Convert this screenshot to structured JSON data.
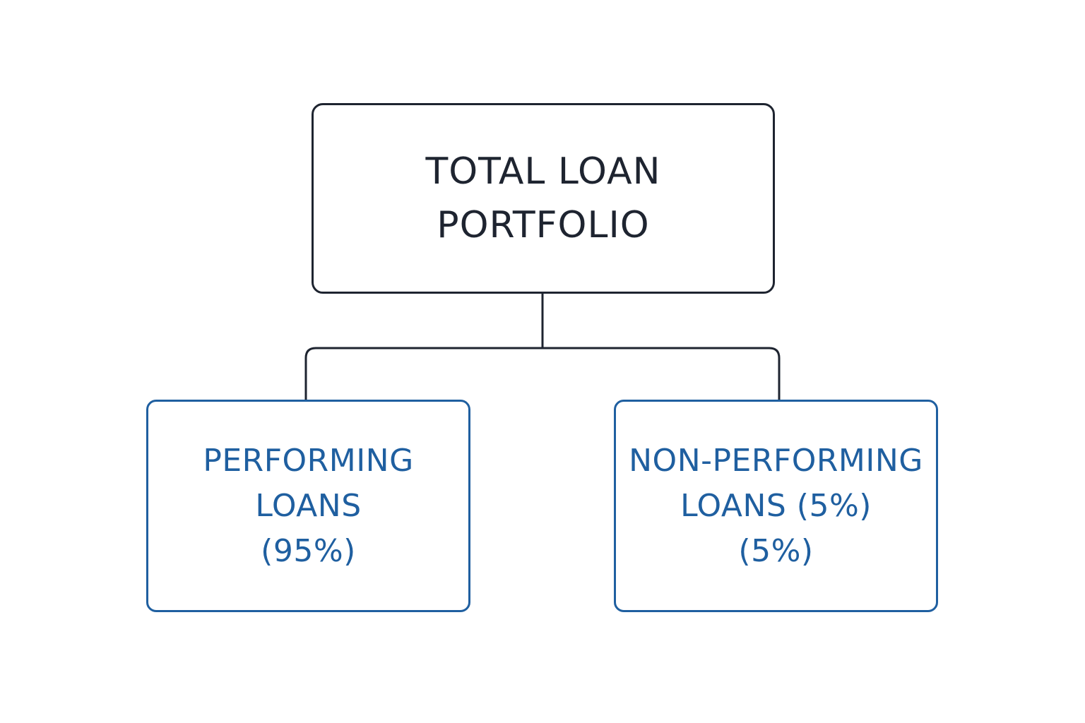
{
  "diagram": {
    "root": {
      "lines": [
        "TOTAL LOAN",
        "PORTFOLIO"
      ]
    },
    "children": [
      {
        "lines": [
          "PERFORMING",
          "LOANS",
          "(95%)"
        ]
      },
      {
        "lines": [
          "NON-PERFORMING",
          "LOANS (5%)",
          "(5%)"
        ]
      }
    ]
  },
  "colors": {
    "root_stroke": "#1e2430",
    "child_stroke": "#1f5fa0",
    "connector": "#1e2430",
    "background": "#ffffff"
  }
}
